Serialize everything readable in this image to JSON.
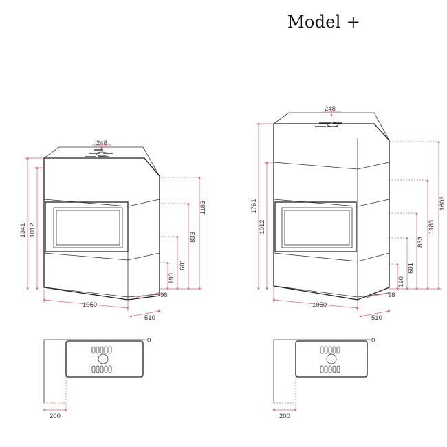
{
  "title": "Model +",
  "colors": {
    "outline": "#222222",
    "dimension": "#d0646e",
    "text": "#333333"
  },
  "left_stove": {
    "top_width": "248",
    "overall_height": "1341",
    "height_1012": "1012",
    "width": "1050",
    "depth": "510",
    "leg": "98",
    "height_1183": "1183",
    "height_833": "833",
    "height_601": "601",
    "height_190": "190"
  },
  "right_stove": {
    "top_width": "248",
    "overall_height": "1761",
    "height_1012": "1012",
    "width": "1050",
    "depth": "510",
    "leg": "98",
    "height_1603": "1603",
    "height_1183": "1183",
    "height_833": "833",
    "height_601": "601",
    "height_190": "190"
  },
  "left_plan": {
    "offset_back": "0",
    "offset_side": "200"
  },
  "right_plan": {
    "offset_back": "0",
    "offset_side": "200"
  }
}
